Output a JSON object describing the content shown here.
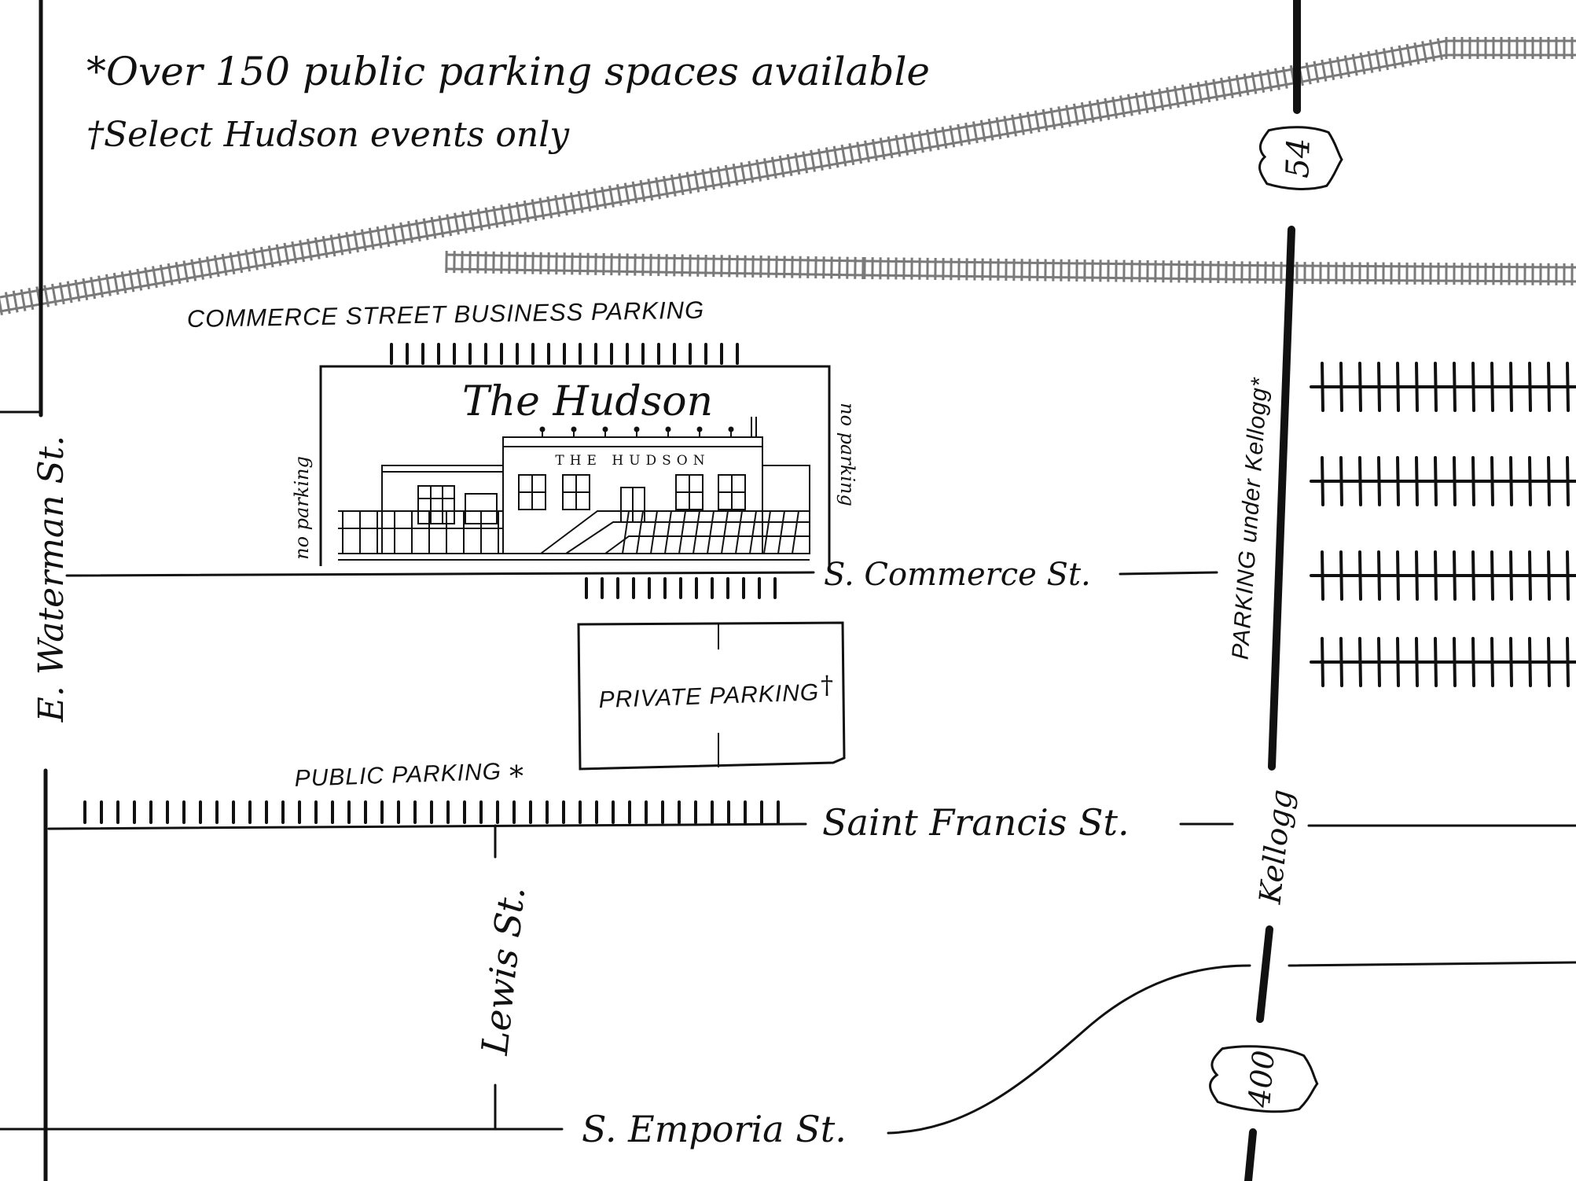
{
  "notes": {
    "public_parking_note": "*Over 150 public parking spaces available",
    "select_events_note": "†Select Hudson events only"
  },
  "venue": {
    "title": "The Hudson",
    "sign": "THE HUDSON"
  },
  "labels": {
    "commerce_business_parking": "COMMERCE STREET BUSINESS PARKING",
    "no_parking_left": "no parking",
    "no_parking_right": "no parking",
    "private_parking": "PRIVATE PARKING",
    "dagger": "†",
    "public_parking": "PUBLIC PARKING",
    "asterisk": "*",
    "parking_under_kellogg": "PARKING under Kellogg*"
  },
  "streets": {
    "waterman": "E. Waterman St.",
    "commerce": "S. Commerce St.",
    "saint_francis": "Saint Francis St.",
    "lewis": "Lewis St.",
    "emporia": "S. Emporia St.",
    "kellogg": "Kellogg"
  },
  "highway_shields": {
    "us54": "54",
    "us400": "400"
  },
  "colors": {
    "ink": "#111111",
    "rail": "#7a7a7a",
    "background": "#ffffff"
  }
}
